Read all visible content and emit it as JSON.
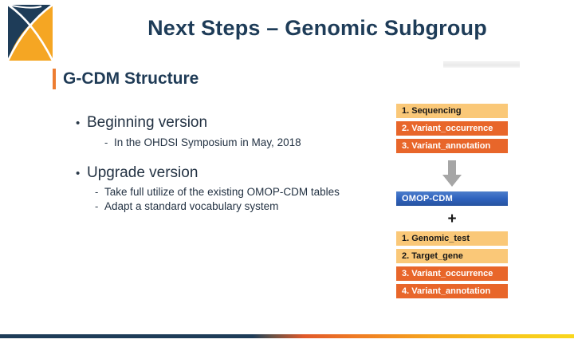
{
  "slide": {
    "title": "Next Steps – Genomic Subgroup",
    "section_heading": "G-CDM Structure",
    "accent_color": "#ed7d31",
    "title_color": "#1e3c58"
  },
  "logo": {
    "name": "ohdsi-logo",
    "navy": "#1e3c58",
    "orange": "#f5a623"
  },
  "bullets": [
    {
      "label": "Beginning version",
      "marker": "•",
      "sub_marker": "-",
      "sub_items": [
        "In the OHDSI Symposium in May, 2018"
      ]
    },
    {
      "label": "Upgrade version",
      "marker": "•",
      "sub_marker": "-",
      "sub_items": [
        "Take full utilize of the existing OMOP-CDM tables",
        "Adapt a standard vocabulary system"
      ]
    }
  ],
  "diagram": {
    "beginning_tables": [
      {
        "label": "1. Sequencing",
        "style": "light"
      },
      {
        "label": "2. Variant_occurrence",
        "style": "dark"
      },
      {
        "label": "3. Variant_annotation",
        "style": "dark"
      }
    ],
    "arrow": "down-arrow-icon",
    "omop_box": {
      "label": "OMOP-CDM",
      "style": "blue"
    },
    "plus": "+",
    "upgrade_tables": [
      {
        "label": "1. Genomic_test",
        "style": "light"
      },
      {
        "label": "2. Target_gene",
        "style": "light"
      },
      {
        "label": "3. Variant_occurrence",
        "style": "dark"
      },
      {
        "label": "4. Variant_annotation",
        "style": "dark"
      }
    ],
    "colors": {
      "light": "#fac878",
      "dark": "#e8662a",
      "blue": "#2f63bf",
      "arrow": "#a6a6a6"
    }
  },
  "footer": {
    "bar_gradient_start": "#1e3c58",
    "bar_gradient_end": "#f9d71c"
  }
}
